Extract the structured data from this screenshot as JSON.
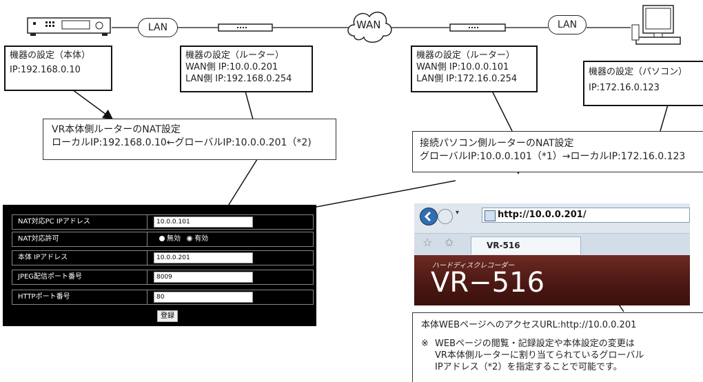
{
  "network": {
    "lan_left": "LAN",
    "wan": "WAN",
    "lan_right": "LAN"
  },
  "boxes": {
    "device_main": {
      "title": "機器の設定（本体）",
      "ip": "IP:192.168.0.10"
    },
    "router_left": {
      "title": "機器の設定（ルーター）",
      "wan": "WAN側 IP:10.0.0.201",
      "lan": "LAN側 IP:192.168.0.254"
    },
    "router_right": {
      "title": "機器の設定（ルーター）",
      "wan": "WAN側 IP:10.0.0.101",
      "lan": "LAN側 IP:172.16.0.254"
    },
    "pc": {
      "title": "機器の設定（パソコン）",
      "ip": "IP:172.16.0.123"
    }
  },
  "nat_left": {
    "title": "VR本体側ルーターのNAT設定",
    "line": "ローカルIP:192.168.0.10←グローバルIP:10.0.0.201（*2)"
  },
  "nat_right": {
    "title": "接続パソコン側ルーターのNAT設定",
    "line": "グローバルIP:10.0.0.101（*1）→ローカルIP:172.16.0.123"
  },
  "settings_panel": {
    "rows": [
      {
        "label": "NAT対応PC IPアドレス",
        "value": "10.0.0.101"
      },
      {
        "label": "NAT対応許可",
        "options": [
          "無効",
          "有効"
        ],
        "selected": "有効"
      },
      {
        "label": "本体 IPアドレス",
        "value": "10.0.0.201"
      },
      {
        "label": "JPEG配信ポート番号",
        "value": "8009"
      },
      {
        "label": "HTTPポート番号",
        "value": "80"
      }
    ],
    "submit": "登録"
  },
  "browser": {
    "url": "http://10.0.0.201/",
    "tab_title": "VR-516",
    "banner_sub": "ハードディスクレコーダー",
    "banner_title": "VR−516"
  },
  "note": {
    "url_line": "本体WEBページへのアクセスURL:http://10.0.0.201",
    "mark": "※",
    "text1": "WEBページの閲覧・記録設定や本体設定の変更は",
    "text2": "VR本体側ルーターに割り当てられているグローバル",
    "text3": "IPアドレス（*2）を指定することで可能です。"
  },
  "colors": {
    "panel_bg": "#000000",
    "banner_bg": "#4a1712",
    "line": "#111111"
  }
}
